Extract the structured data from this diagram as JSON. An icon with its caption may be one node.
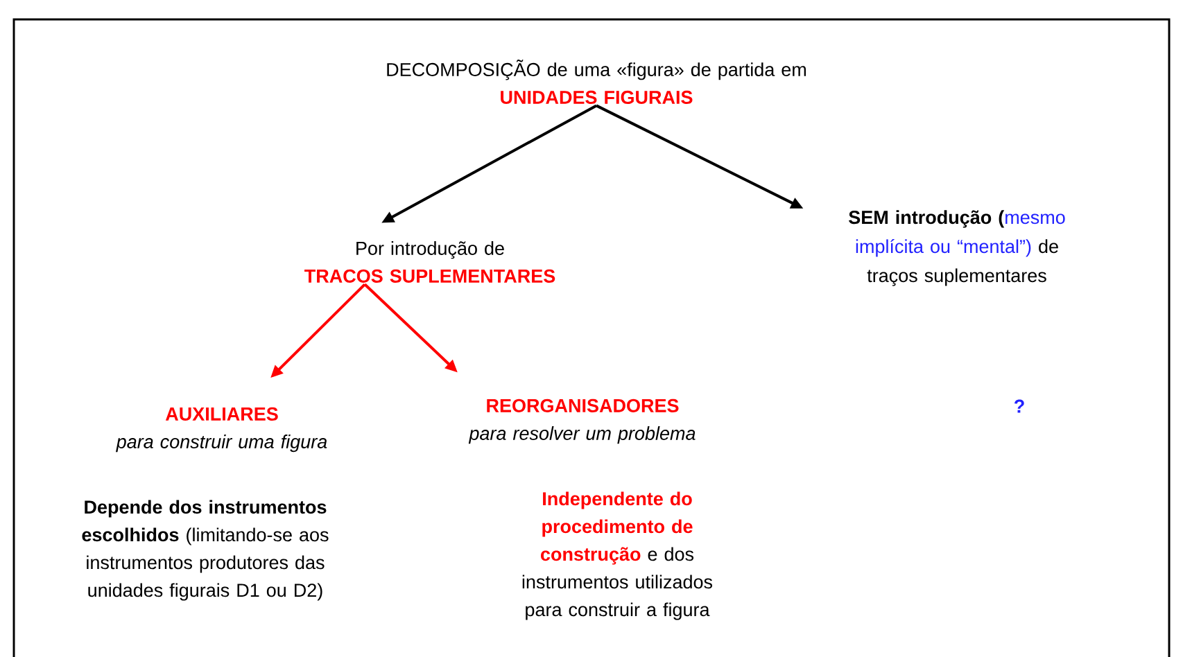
{
  "diagram": {
    "nodes": [
      {
        "text": [
          "DECOMPOSIÇÃO de uma «figura» de partida em",
          "UNIDADES FIGURAIS"
        ]
      },
      {
        "text": [
          "Por introdução de",
          "TRACOS SUPLEMENTARES"
        ]
      },
      {
        "text": [
          "SEM introdução (",
          "mesmo implícita ou “mental”)",
          "de traços suplementares"
        ]
      },
      {
        "text": [
          "AUXILIARES",
          "para construir uma figura"
        ]
      },
      {
        "text": [
          "REORGANISADORES",
          "para resolver um problema"
        ]
      }
    ],
    "edges": [
      {
        "from": 0,
        "to": 1,
        "arrow": "to"
      },
      {
        "from": 0,
        "to": 2,
        "arrow": "to"
      },
      {
        "from": 1,
        "to": 3,
        "arrow": "to",
        "color": "#ff0000"
      },
      {
        "from": 1,
        "to": 4,
        "arrow": "to",
        "color": "#ff0000"
      }
    ],
    "labels": [
      "?",
      "**Depende dos instrumentos escolhidos** (limitando-se aos instrumentos produtores das unidades figurais D1 ou D2)",
      "**Independente do procedimento de construção** e dos instrumentos utilizados para construir a figura"
    ]
  }
}
